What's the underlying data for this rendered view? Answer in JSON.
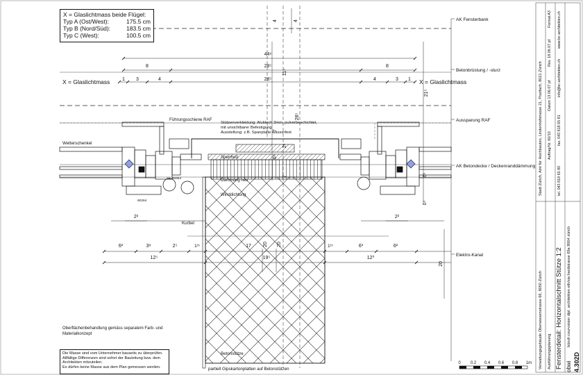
{
  "glasslicht": {
    "heading": "X = Glaslichtmass beide Flügel:",
    "rows": [
      {
        "label": "Typ A (Ost/West):",
        "value": "175.5 cm"
      },
      {
        "label": "Typ B (Nord/Süd):",
        "value": "183.5 cm"
      },
      {
        "label": "Typ C (West):",
        "value": "100.5 cm"
      }
    ]
  },
  "levels": {
    "fensterbank": "AK Fensterbank",
    "bruestung": "Betonbrüstung / -sturz",
    "aussparung": "Aussparung RAF",
    "betondecke": "AK Betondecke / Deckenranddämmung",
    "elektro": "Elektro-Kanal"
  },
  "labels": {
    "glaslichtmass_left": "X = Glaslichtmass",
    "glaslichtmass_right": "X = Glaslichtmass",
    "fuehrungsschiene": "Führungsschiene RAF",
    "stuetzenverkleidung": [
      "Stützenverkleidung: Alublech 3mm, pulverbeschichtet,",
      "mit unsichtbarer Befestigung",
      "Ausstellung: z.B. Spanplatte wasserfest"
    ],
    "wetterschenkel": "Wetterschenkel",
    "sperrholz": "Sperrholz",
    "daemmung": "Dämmung neu",
    "winddichtung": "Winddichtung",
    "kurbel": "Kurbel",
    "profil_a": "ca. 96954",
    "profil_b": "60264",
    "betonstuetze": "Betonstütze",
    "oberflaeche": [
      "Oberflächenbehandlung gemäss separatem Farb- und",
      "Materialkonzept"
    ],
    "gipskarton": "partiell Gipskartonplatten auf Betonstützen"
  },
  "dims": {
    "top_4a": "4",
    "top_4b": "4",
    "w44": "44⁶",
    "l8": "8",
    "r8": "8",
    "w28a": "28⁵",
    "w28b": "28⁵",
    "l1": "1",
    "l3": "3",
    "l4": "4",
    "r4": "4",
    "r3": "3",
    "r1": "1",
    "v11": "11⁵",
    "v21": "21⁵",
    "v28": "28⁵",
    "v7a": "7",
    "v2": "2⁵",
    "v0a": "0⁵",
    "v7b": "7",
    "v6": "6⁵",
    "v0b": "0⁵",
    "k22a": "2²",
    "k22b": "2²",
    "b62a": "6²",
    "b38": "3⁸",
    "b25": "2⁵",
    "b1a": "1²⁵",
    "b17": "17",
    "b20a": "20",
    "b20b": "20",
    "b1b": "1²⁵",
    "b63": "6³",
    "b62b": "6²",
    "b125a": "12⁵",
    "b195": "19⁵",
    "b120": "12⁰",
    "v20": "20"
  },
  "notes": [
    "Die Masse sind vom Unternehmer bauseits zu überprüfen.",
    "Allfällige Differenzen sind sofort der Bauleitung bzw. dem",
    "Architekten mitzuteilen.",
    "Es dürfen keine Masse aus dem Plan gemessen werden."
  ],
  "scale_bar": {
    "ticks": [
      "0",
      "0.2",
      "0.4",
      "0.6",
      "0.8",
      "1m"
    ]
  },
  "title_block": {
    "project": "Verwaltungsgebäude Oberwiesenstrasse 66, 8050 Zürich",
    "client": "Stadt Zürich, Amt für Hochbauten, Lindenhofstrasse 21, Postfach, 8021 Zürich",
    "phase": "Ausführungsplanung",
    "title": "Fensterdetail: Horizontalschnitt Stütze   1:2",
    "code": "obwi",
    "number": "4.302D",
    "info_a": "Auftrag/Nr. 60/10",
    "info_b": "Datum 13.06.07 pf",
    "info_c": "Rev. 18.06.07 pf",
    "info_d": "Format A3",
    "office": "bünzli courvoisier  dipl. architekten eth/sia  hardstrasse 69a  8004 zürich",
    "tel": "tel. 043 818 65 80",
    "fax": "fax. 043 818 65 81",
    "mail": "info@bc-architekten.ch",
    "web": "www.bc-architekten.ch"
  }
}
